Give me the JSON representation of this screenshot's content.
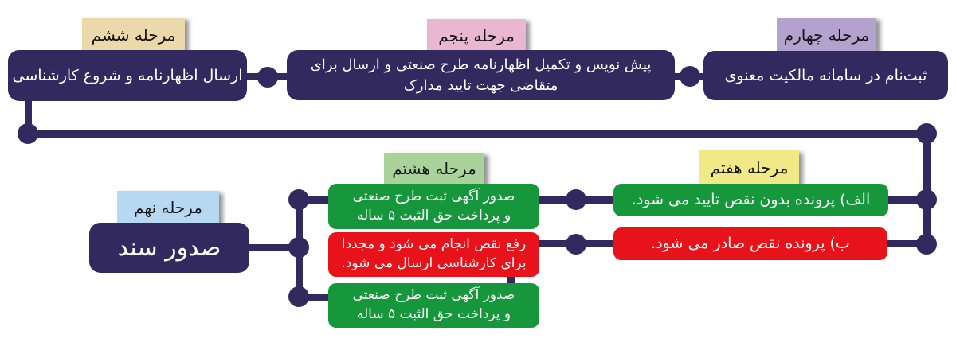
{
  "colors": {
    "navy": "#322a5f",
    "green": "#17973b",
    "red": "#e8121a",
    "label_stage4": "#b3a2cd",
    "label_stage5": "#e9b7d1",
    "label_stage6": "#ebd9a9",
    "label_stage7": "#f0e986",
    "label_stage8": "#a9d39b",
    "label_stage9": "#b6d8f1",
    "box_text": "#ffffff",
    "label_text": "#141414"
  },
  "stages": {
    "s4": {
      "label": "مرحله چهارم",
      "box": "ثبت‌نام در سامانه مالکیت معنوی"
    },
    "s5": {
      "label": "مرحله پنجم",
      "box": "پیش نویس و تکمیل  اظهارنامه طرح صنعتی و ارسال برای\nمتقاضی جهت تایید مدارک"
    },
    "s6": {
      "label": "مرحله ششم",
      "box": "ارسال اظهارنامه و شروع کارشناسی"
    },
    "s7": {
      "label": "مرحله هفتم",
      "option_a": "الف) پرونده بدون نقص تایید می شود.",
      "option_b": "ب) پرونده نقص صادر می شود."
    },
    "s8": {
      "label": "مرحله هشتم",
      "publish_top": "صدور آگهی ثبت طرح صنعتی\nو پرداخت حق الثبت ۵ ساله",
      "fix_defect": "رفع نقص انجام می شود و مجددا\nبرای کارشناسی ارسال می شود.",
      "publish_bottom": "صدور آگهی ثبت طرح صنعتی\nو پرداخت حق الثبت ۵ ساله"
    },
    "s9": {
      "label": "مرحله نهم",
      "box": "صدور سند"
    }
  }
}
